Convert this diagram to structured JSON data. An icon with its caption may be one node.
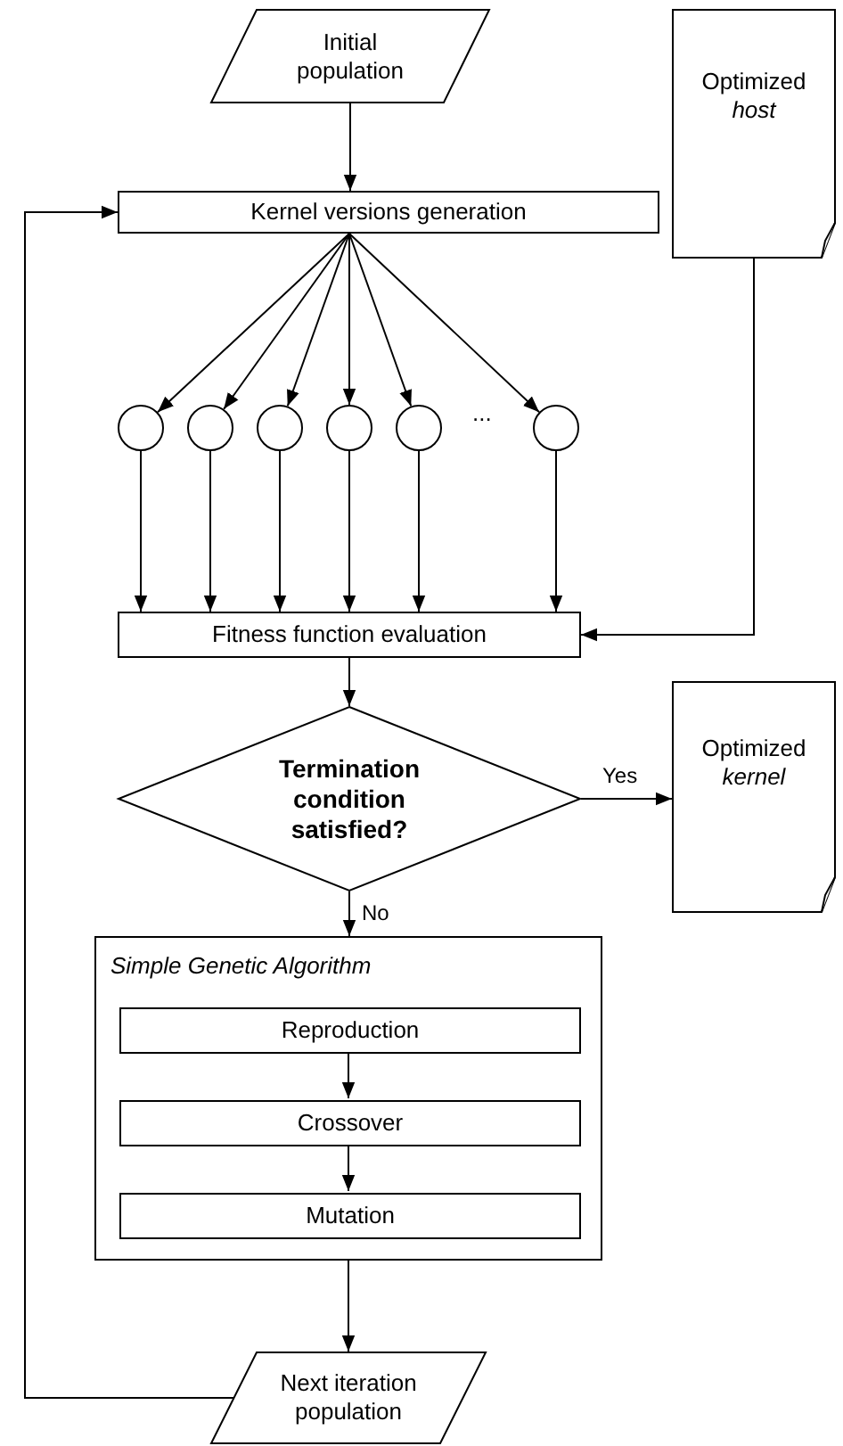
{
  "diagram": {
    "nodes": [
      {
        "text": [
          "Initial population"
        ]
      },
      {
        "text": [
          "Kernel versions generation"
        ]
      },
      {
        "text": [],
        "shape": "circle"
      },
      {
        "text": [],
        "shape": "circle"
      },
      {
        "text": [],
        "shape": "circle"
      },
      {
        "text": [],
        "shape": "circle"
      },
      {
        "text": [],
        "shape": "circle"
      },
      {
        "text": [],
        "shape": "circle"
      },
      {
        "text": [
          "Optimized *host*"
        ]
      },
      {
        "text": [
          "Fitness function evaluation"
        ]
      },
      {
        "text": [
          "Termination condition satisfied?"
        ]
      },
      {
        "text": [
          "Optimized *kernel*"
        ]
      },
      {
        "text": [
          "Simple Genetic Algorithm"
        ]
      },
      {
        "text": [
          "Reproduction"
        ],
        "in": 12
      },
      {
        "text": [
          "Crossover"
        ],
        "in": 12
      },
      {
        "text": [
          "Mutation"
        ],
        "in": 12
      },
      {
        "text": [
          "Next iteration population"
        ]
      }
    ],
    "edges": [
      {
        "from": 0,
        "to": 1,
        "arrow": "to"
      },
      {
        "from": 1,
        "to": 2,
        "arrow": "to"
      },
      {
        "from": 1,
        "to": 3,
        "arrow": "to"
      },
      {
        "from": 1,
        "to": 4,
        "arrow": "to"
      },
      {
        "from": 1,
        "to": 5,
        "arrow": "to"
      },
      {
        "from": 1,
        "to": 6,
        "arrow": "to"
      },
      {
        "from": 1,
        "to": 7,
        "arrow": "to"
      },
      {
        "from": 2,
        "to": 9,
        "arrow": "to"
      },
      {
        "from": 3,
        "to": 9,
        "arrow": "to"
      },
      {
        "from": 4,
        "to": 9,
        "arrow": "to"
      },
      {
        "from": 5,
        "to": 9,
        "arrow": "to"
      },
      {
        "from": 6,
        "to": 9,
        "arrow": "to"
      },
      {
        "from": 7,
        "to": 9,
        "arrow": "to"
      },
      {
        "from": 8,
        "to": 9,
        "arrow": "to"
      },
      {
        "from": 9,
        "to": 10,
        "arrow": "to"
      },
      {
        "from": 10,
        "to": 11,
        "label": "Yes",
        "arrow": "to"
      },
      {
        "from": 10,
        "to": 12,
        "label": "No",
        "arrow": "to"
      },
      {
        "from": 13,
        "to": 14,
        "arrow": "to"
      },
      {
        "from": 14,
        "to": 15,
        "arrow": "to"
      },
      {
        "from": 12,
        "to": 16,
        "arrow": "to"
      },
      {
        "from": 16,
        "to": 1,
        "arrow": "to"
      }
    ],
    "labels": [
      "..."
    ]
  }
}
